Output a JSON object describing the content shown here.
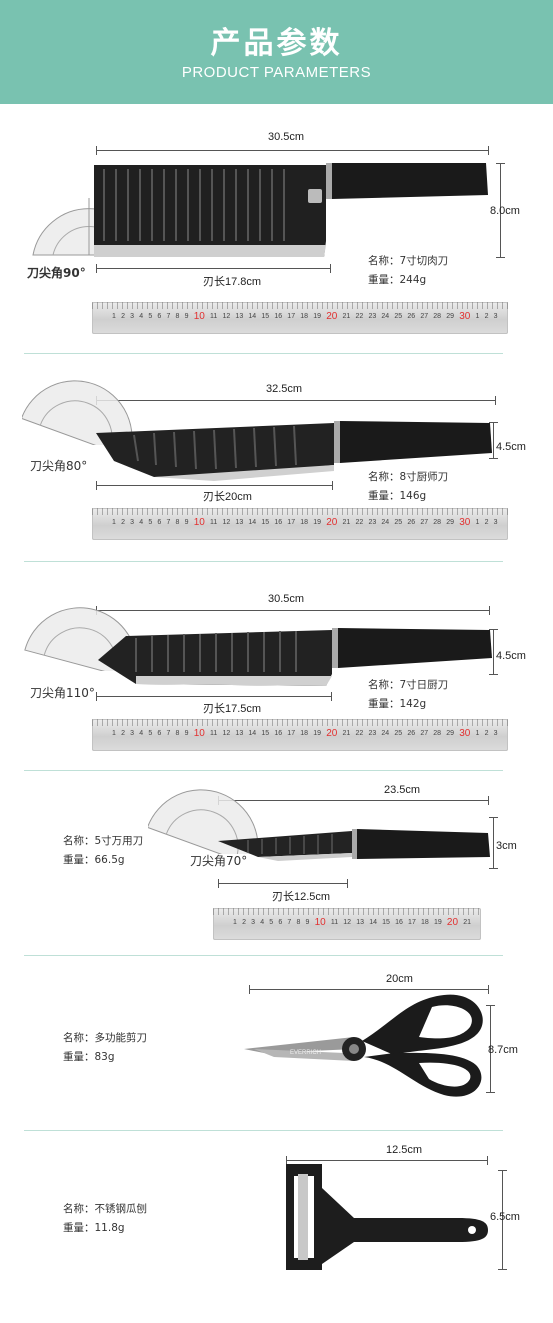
{
  "header": {
    "title": "产品参数",
    "subtitle": "PRODUCT PARAMETERS"
  },
  "items": [
    {
      "length": "30.5cm",
      "height": "8.0cm",
      "blade": "刃长17.8cm",
      "angle": "刀尖角90°",
      "name": "名称：7寸切肉刀",
      "weight": "重量：244g"
    },
    {
      "length": "32.5cm",
      "height": "4.5cm",
      "blade": "刃长20cm",
      "angle": "刀尖角80°",
      "name": "名称：8寸厨师刀",
      "weight": "重量：146g"
    },
    {
      "length": "30.5cm",
      "height": "4.5cm",
      "blade": "刃长17.5cm",
      "angle": "刀尖角110°",
      "name": "名称：7寸日厨刀",
      "weight": "重量：142g"
    },
    {
      "length": "23.5cm",
      "height": "3cm",
      "blade": "刃长12.5cm",
      "angle": "刀尖角70°",
      "name": "名称：5寸万用刀",
      "weight": "重量：66.5g"
    },
    {
      "length": "20cm",
      "height": "8.7cm",
      "name": "名称：多功能剪刀",
      "weight": "重量：83g",
      "brand": "EVERRICH"
    },
    {
      "length": "12.5cm",
      "height": "6.5cm",
      "name": "名称：不锈钢瓜刨",
      "weight": "重量：11.8g"
    }
  ],
  "ruler_long": [
    "1",
    "2",
    "3",
    "4",
    "5",
    "6",
    "7",
    "8",
    "9",
    "10",
    "11",
    "12",
    "13",
    "14",
    "15",
    "16",
    "17",
    "18",
    "19",
    "20",
    "21",
    "22",
    "23",
    "24",
    "25",
    "26",
    "27",
    "28",
    "29",
    "30",
    "1",
    "2",
    "3"
  ],
  "ruler_short": [
    "1",
    "2",
    "3",
    "4",
    "5",
    "6",
    "7",
    "8",
    "9",
    "10",
    "11",
    "12",
    "13",
    "14",
    "15",
    "16",
    "17",
    "18",
    "19",
    "20",
    "21"
  ],
  "colors": {
    "header": "#79c2b0",
    "divider": "#bfe0d7",
    "ruler_red": "#e23030"
  }
}
